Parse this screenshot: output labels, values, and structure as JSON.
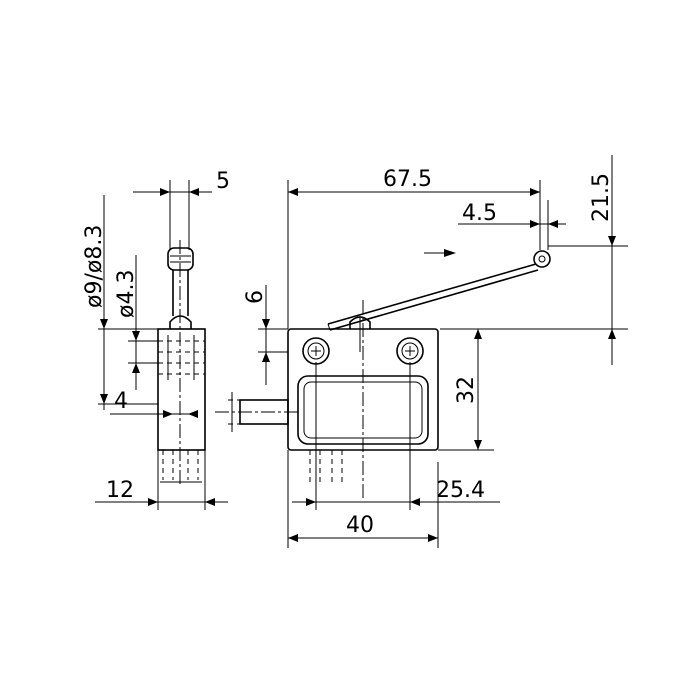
{
  "drawing": {
    "dimensions": {
      "lever_offset": "67.5",
      "roller_height": "21.5",
      "roller_diameter": "4.5",
      "width_5": "5",
      "diameter_9_83": "ø9/ø8.3",
      "diameter_43": "ø4.3",
      "height_6": "6",
      "thickness_4": "4",
      "body_height": "32",
      "width_12": "12",
      "body_width": "40",
      "hole_spacing": "25.4"
    },
    "colors": {
      "line": "#000000",
      "background": "#ffffff"
    }
  }
}
